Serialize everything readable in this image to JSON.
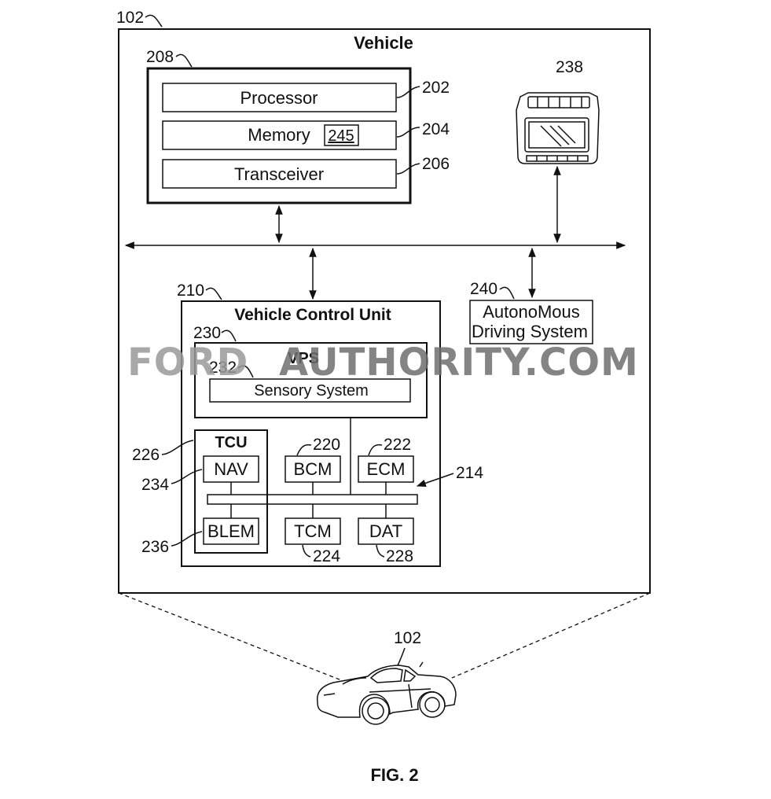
{
  "vehicle": {
    "ref": "102",
    "title": "Vehicle",
    "computer": {
      "ref": "208",
      "processor": {
        "label": "Processor",
        "ref": "202"
      },
      "memory": {
        "label": "Memory",
        "ref": "204",
        "inner_ref": "245"
      },
      "transceiver": {
        "label": "Transceiver",
        "ref": "206"
      }
    },
    "infotainment": {
      "ref": "238"
    },
    "autonomous": {
      "ref": "240",
      "line1": "AutonoMous",
      "line2": "Driving System"
    },
    "vcu": {
      "ref": "210",
      "title": "Vehicle Control Unit",
      "bus_ref": "214",
      "vps": {
        "ref": "230",
        "title": "VPS",
        "sensory": {
          "ref": "232",
          "label": "Sensory System"
        }
      },
      "tcu": {
        "ref": "226",
        "title": "TCU",
        "nav": {
          "label": "NAV",
          "ref": "234"
        },
        "blem": {
          "label": "BLEM",
          "ref": "236"
        }
      },
      "bcm": {
        "label": "BCM",
        "ref": "220"
      },
      "ecm": {
        "label": "ECM",
        "ref": "222"
      },
      "tcm": {
        "label": "TCM",
        "ref": "224"
      },
      "dat": {
        "label": "DAT",
        "ref": "228"
      }
    }
  },
  "car": {
    "ref": "102"
  },
  "watermark": {
    "part1": "FORD",
    "part2": "AUTHORITY.COM"
  },
  "caption": "FIG. 2"
}
